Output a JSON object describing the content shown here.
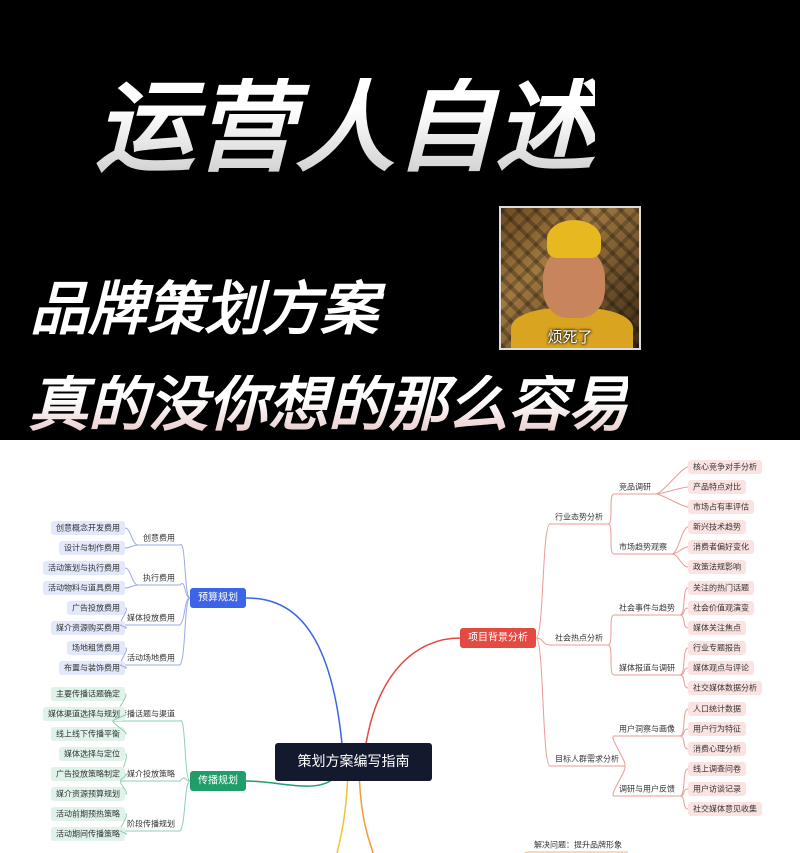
{
  "header": {
    "title": "运营人自述",
    "line1": "品牌策划方案",
    "line2": "真的没你想的那么容易"
  },
  "meme": {
    "caption": "烦死了"
  },
  "mindmap": {
    "root": "策划方案编写指南",
    "colors": {
      "root": "#141a2e",
      "blue": "#3d63e8",
      "green": "#1f9e6a",
      "red": "#e44a41"
    },
    "left": [
      {
        "label": "预算规划",
        "color": "blue",
        "children": [
          {
            "label": "创意费用",
            "leaves": [
              "创意概念开发费用",
              "设计与制作费用"
            ]
          },
          {
            "label": "执行费用",
            "leaves": [
              "活动策划与执行费用",
              "活动物料与道具费用"
            ]
          },
          {
            "label": "媒体投放费用",
            "leaves": [
              "广告投放费用",
              "媒介资源购买费用"
            ]
          },
          {
            "label": "活动场地费用",
            "leaves": [
              "场地租赁费用",
              "布置与装饰费用"
            ]
          }
        ]
      },
      {
        "label": "传播规划",
        "color": "green",
        "children": [
          {
            "label": "传播话题与渠道",
            "leaves": [
              "主要传播话题确定",
              "媒体渠道选择与规划",
              "线上线下传播平衡"
            ]
          },
          {
            "label": "媒介投放策略",
            "leaves": [
              "媒体选择与定位",
              "广告投放策略制定",
              "媒介资源预算规划"
            ]
          },
          {
            "label": "阶段传播规划",
            "leaves": [
              "活动前期预热策略",
              "活动期间传播策略"
            ]
          }
        ]
      }
    ],
    "right": [
      {
        "label": "项目背景分析",
        "color": "red",
        "children": [
          {
            "label": "行业态势分析",
            "subs": [
              {
                "label": "竞品调研",
                "leaves": [
                  "核心竞争对手分析",
                  "产品特点对比",
                  "市场占有率评估"
                ]
              },
              {
                "label": "市场趋势观察",
                "leaves": [
                  "新兴技术趋势",
                  "消费者偏好变化",
                  "政策法规影响"
                ]
              }
            ]
          },
          {
            "label": "社会热点分析",
            "subs": [
              {
                "label": "社会事件与趋势",
                "leaves": [
                  "关注的热门话题",
                  "社会价值观演变",
                  "媒体关注焦点"
                ]
              },
              {
                "label": "媒体报道与调研",
                "leaves": [
                  "行业专题报告",
                  "媒体观点与评论",
                  "社交媒体数据分析"
                ]
              }
            ]
          },
          {
            "label": "目标人群需求分析",
            "subs": [
              {
                "label": "用户洞察与画像",
                "leaves": [
                  "人口统计数据",
                  "用户行为特征",
                  "消费心理分析"
                ]
              },
              {
                "label": "调研与用户反馈",
                "leaves": [
                  "线上调查问卷",
                  "用户访谈记录",
                  "社交媒体意见收集"
                ]
              }
            ]
          }
        ]
      }
    ],
    "bottom_note": "解决问题：提升品牌形象"
  }
}
